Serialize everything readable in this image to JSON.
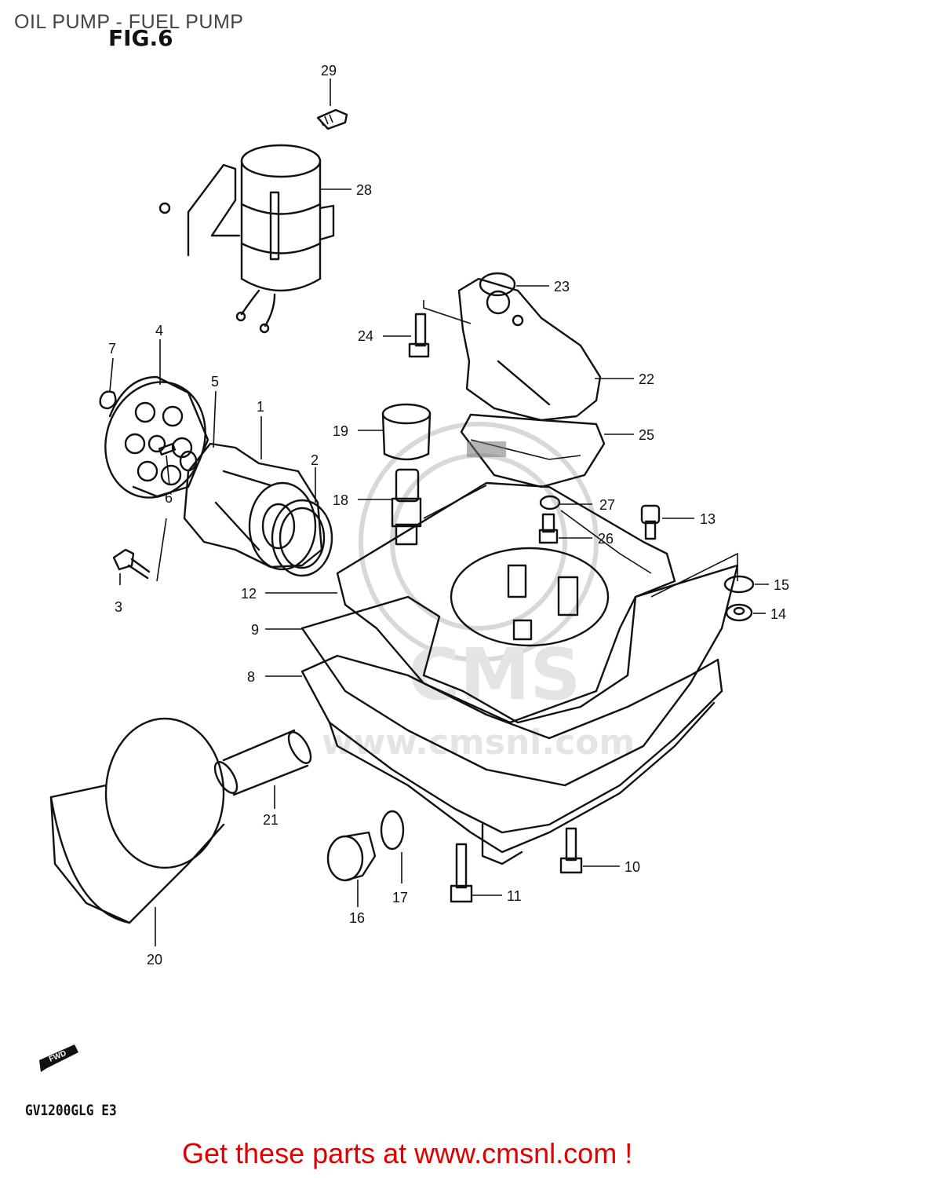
{
  "header": {
    "title": "OIL PUMP - FUEL PUMP",
    "figure": "FIG.6"
  },
  "footer": {
    "model_code": "GV1200GLG  E3",
    "call_to_action": "Get these parts at www.cmsnl.com !"
  },
  "orientation_badge": "FWD",
  "watermark": {
    "logo": "CMS",
    "url": "www.cmsnl.com"
  },
  "callouts": {
    "c1": "1",
    "c2": "2",
    "c3": "3",
    "c4": "4",
    "c5": "5",
    "c6": "6",
    "c7": "7",
    "c8": "8",
    "c9": "9",
    "c10": "10",
    "c11": "11",
    "c12": "12",
    "c13": "13",
    "c14": "14",
    "c15": "15",
    "c16": "16",
    "c17": "17",
    "c18": "18",
    "c19": "19",
    "c20": "20",
    "c21": "21",
    "c22": "22",
    "c23": "23",
    "c24": "24",
    "c25": "25",
    "c26": "26",
    "c27": "27",
    "c28": "28",
    "c29": "29"
  }
}
